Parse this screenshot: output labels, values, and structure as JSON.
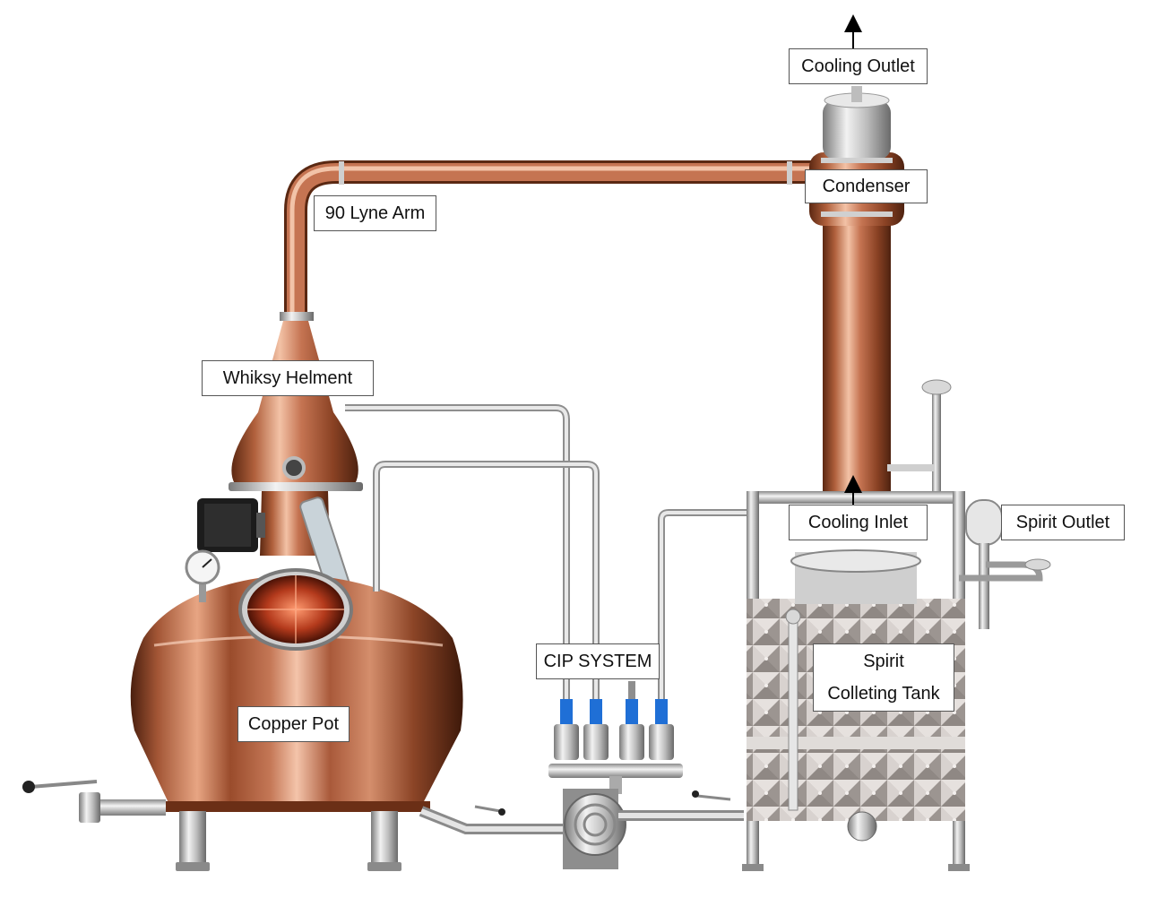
{
  "labels": {
    "cooling_outlet": "Cooling Outlet",
    "condenser": "Condenser",
    "lyne_arm": "90 Lyne Arm",
    "whisky_helmet": "Whiksy Helment",
    "cooling_inlet": "Cooling Inlet",
    "spirit_outlet": "Spirit Outlet",
    "cip_system": "CIP SYSTEM",
    "spirit_tank_line1": "Spirit",
    "spirit_tank_line2": "Colleting Tank",
    "copper_pot": "Copper Pot"
  },
  "colors": {
    "copper_dark": "#6e3318",
    "copper_mid": "#b4603c",
    "copper_light": "#f0b89a",
    "steel_dark": "#6f6f6f",
    "steel_light": "#e8e8e8",
    "valve_blue": "#1f6fd6"
  },
  "icons": [
    "arrow-up-icon",
    "pressure-gauge-icon",
    "motor-icon",
    "sight-glass-icon",
    "valve-handle-icon"
  ]
}
